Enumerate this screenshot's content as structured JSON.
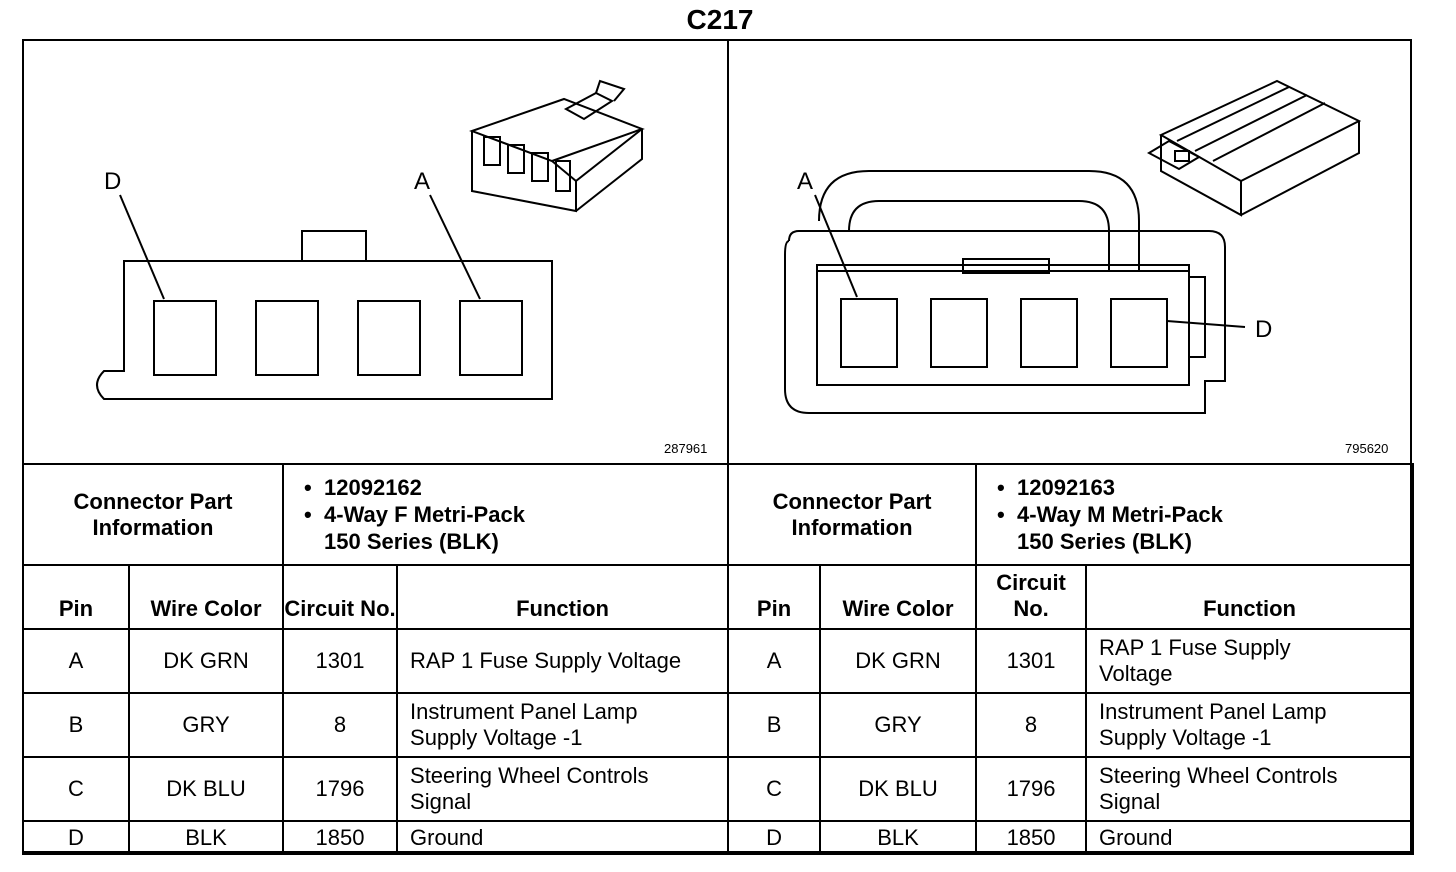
{
  "title": "C217",
  "left_diagram": {
    "pin_label_left": "D",
    "pin_label_right": "A",
    "part_number": "287961"
  },
  "right_diagram": {
    "pin_label_left": "A",
    "pin_label_right": "D",
    "part_number": "795620"
  },
  "left_connector": {
    "info_label": "Connector Part Information",
    "part_no": "12092162",
    "desc_line1": "4-Way F Metri-Pack",
    "desc_line2": "150 Series (BLK)"
  },
  "right_connector": {
    "info_label": "Connector Part Information",
    "part_no": "12092163",
    "desc_line1": "4-Way M Metri-Pack",
    "desc_line2": "150 Series (BLK)"
  },
  "left_headers": {
    "pin": "Pin",
    "wire": "Wire Color",
    "circuit": "Circuit No.",
    "function": "Function"
  },
  "right_headers": {
    "pin": "Pin",
    "wire": "Wire Color",
    "circuit": "Circuit No.",
    "function": "Function"
  },
  "rows": [
    {
      "pin": "A",
      "wire": "DK GRN",
      "circuit": "1301",
      "function": "RAP 1 Fuse Supply Voltage"
    },
    {
      "pin": "B",
      "wire": "GRY",
      "circuit": "8",
      "function": "Instrument Panel Lamp Supply Voltage -1"
    },
    {
      "pin": "C",
      "wire": "DK BLU",
      "circuit": "1796",
      "function": "Steering Wheel Controls Signal"
    },
    {
      "pin": "D",
      "wire": "BLK",
      "circuit": "1850",
      "function": "Ground"
    }
  ]
}
